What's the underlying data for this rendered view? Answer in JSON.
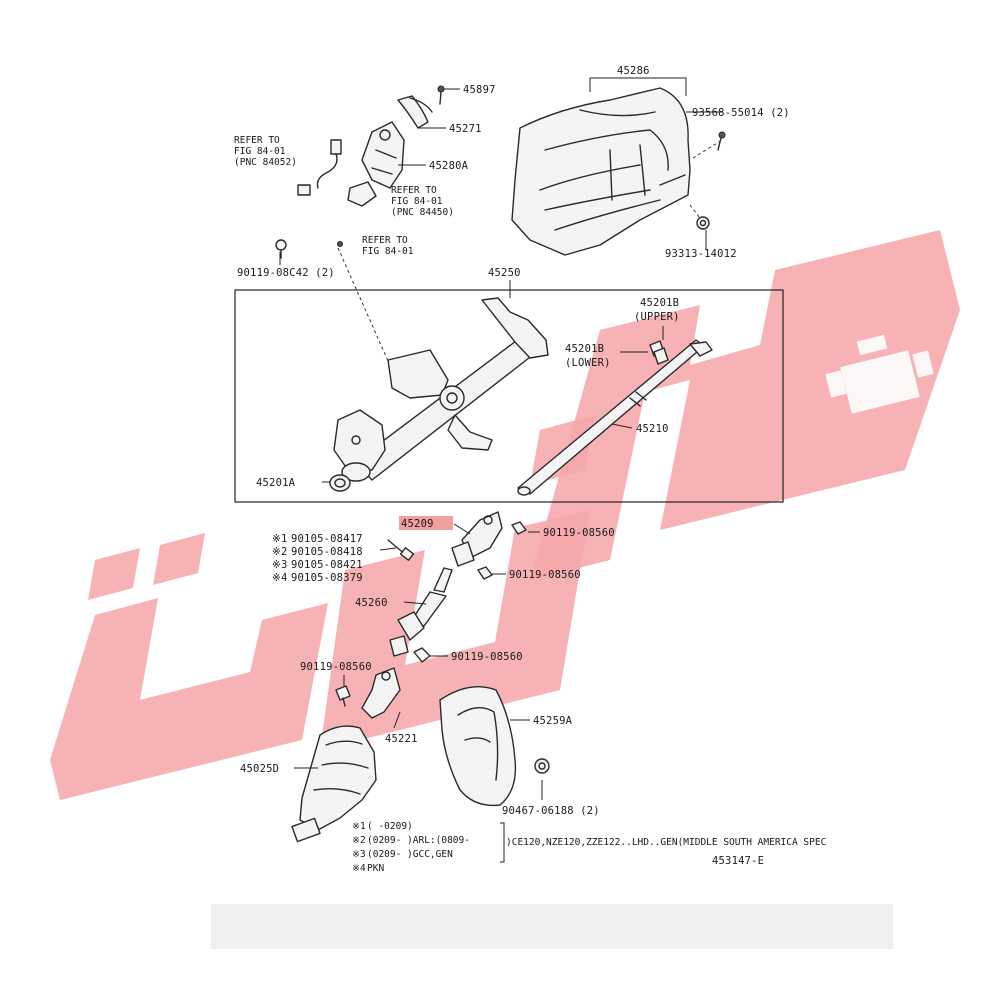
{
  "diagram": {
    "parts": {
      "p45286": "45286",
      "p45897": "45897",
      "p45271": "45271",
      "p45280A": "45280A",
      "p93568": "93568-55014 (2)",
      "p93313": "93313-14012",
      "p90119_08C42": "90119-08C42 (2)",
      "p45250": "45250",
      "p45201B_upper": "45201B",
      "p45201B_upper_note": "(UPPER)",
      "p45201B_lower": "45201B",
      "p45201B_lower_note": "(LOWER)",
      "p45210": "45210",
      "p45201A": "45201A",
      "p45209": "45209",
      "p90119_08560_a": "90119-08560",
      "p90119_08560_b": "90119-08560",
      "p45260": "45260",
      "p90119_08560_c": "90119-08560",
      "p90119_08560_d": "90119-08560",
      "p45259A": "45259A",
      "p45221": "45221",
      "p45025D": "45025D",
      "p90467": "90467-06188 (2)"
    },
    "refs": {
      "ref1_a": "REFER TO",
      "ref1_b": "FIG 84-01",
      "ref1_c": "(PNC 84052)",
      "ref2_a": "REFER TO",
      "ref2_b": "FIG 84-01",
      "ref2_c": "(PNC 84450)",
      "ref3_a": "REFER TO",
      "ref3_b": "FIG 84-01"
    },
    "variants": [
      {
        "mark": "※1",
        "code": "90105-08417"
      },
      {
        "mark": "※2",
        "code": "90105-08418"
      },
      {
        "mark": "※3",
        "code": "90105-08421"
      },
      {
        "mark": "※4",
        "code": "90105-08379"
      }
    ],
    "footnotes": {
      "n1_mark": "※1",
      "n1_text": "(        -0209)",
      "n2_mark": "※2",
      "n2_text": "(0209-       )ARL:(0809-",
      "n3_mark": "※3",
      "n3_text": "(0209-       )GCC,GEN",
      "n4_mark": "※4",
      "n4_text": "PKN",
      "spec": ")CE120,NZE120,ZZE122..LHD..GEN(MIDDLE SOUTH AMERICA SPEC"
    },
    "figure_code": "453147-E",
    "highlight_color": "#f0a0a0",
    "watermark_color": "#f6a7ab"
  }
}
